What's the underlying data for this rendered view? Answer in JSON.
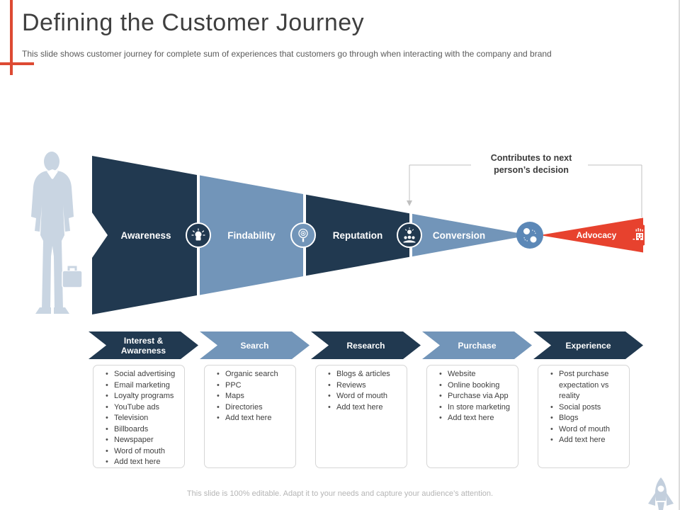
{
  "slide": {
    "title": "Defining the Customer Journey",
    "subtitle": "This slide shows customer journey for complete sum of experiences that customers go through when interacting with the company and brand",
    "annotation": "Contributes to next person’s decision",
    "footer": "This slide is 100% editable. Adapt it to your needs and capture your audience’s attention."
  },
  "colors": {
    "dark_navy": "#213950",
    "light_blue": "#7295b9",
    "apex_blue": "#5c88b7",
    "red": "#e7422e",
    "silhouette": "#c9d5e2",
    "accent_red": "#dd4a33",
    "bracket_gray": "#c0c0c0"
  },
  "funnel": {
    "stages": [
      {
        "label": "Awareness",
        "tone": "dark",
        "icon": "idea-head-icon"
      },
      {
        "label": "Findability",
        "tone": "light",
        "icon": "target-search-icon"
      },
      {
        "label": "Reputation",
        "tone": "dark",
        "icon": "team-idea-icon"
      },
      {
        "label": "Conversion",
        "tone": "light",
        "icon": "currency-exchange-icon"
      },
      {
        "label": "Advocacy",
        "tone": "red",
        "icon": "organization-icon"
      }
    ]
  },
  "journey_columns": [
    {
      "header": "Interest & Awareness",
      "tone": "dark",
      "items": [
        "Social advertising",
        "Email marketing",
        "Loyalty programs",
        "YouTube ads",
        "Television",
        "Billboards",
        "Newspaper",
        "Word of mouth",
        "Add text here"
      ]
    },
    {
      "header": "Search",
      "tone": "light",
      "items": [
        "Organic search",
        "PPC",
        "Maps",
        "Directories",
        "Add text here"
      ]
    },
    {
      "header": "Research",
      "tone": "dark",
      "items": [
        "Blogs & articles",
        "Reviews",
        "Word of mouth",
        "Add text here"
      ]
    },
    {
      "header": "Purchase",
      "tone": "light",
      "items": [
        "Website",
        "Online booking",
        "Purchase via App",
        "In store marketing",
        "Add text here"
      ]
    },
    {
      "header": "Experience",
      "tone": "dark",
      "items": [
        "Post purchase expectation vs reality",
        "Social posts",
        "Blogs",
        "Word of mouth",
        "Add text here"
      ]
    }
  ]
}
